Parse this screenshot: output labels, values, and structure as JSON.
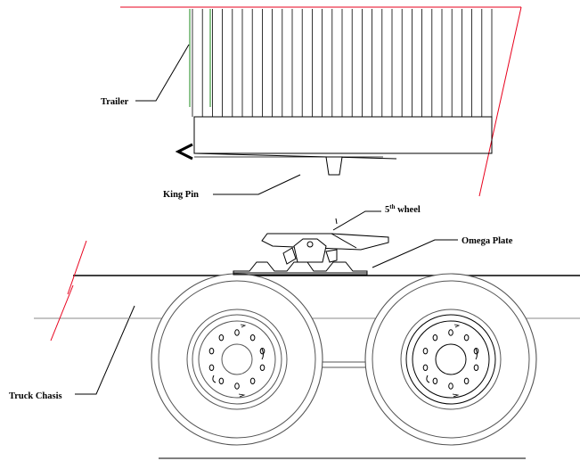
{
  "labels": {
    "trailer": "Trailer",
    "king_pin": "King Pin",
    "fifth_wheel_number": "5",
    "fifth_wheel_suffix": "th",
    "fifth_wheel_word": " wheel",
    "omega_plate": "Omega Plate",
    "truck_chasis": "Truck Chasis"
  },
  "colors": {
    "outline": "#000000",
    "wheel": "#555555",
    "chassis": "#888888",
    "accent": "#e8001c",
    "trailer_edge": "#1a8a1a"
  }
}
